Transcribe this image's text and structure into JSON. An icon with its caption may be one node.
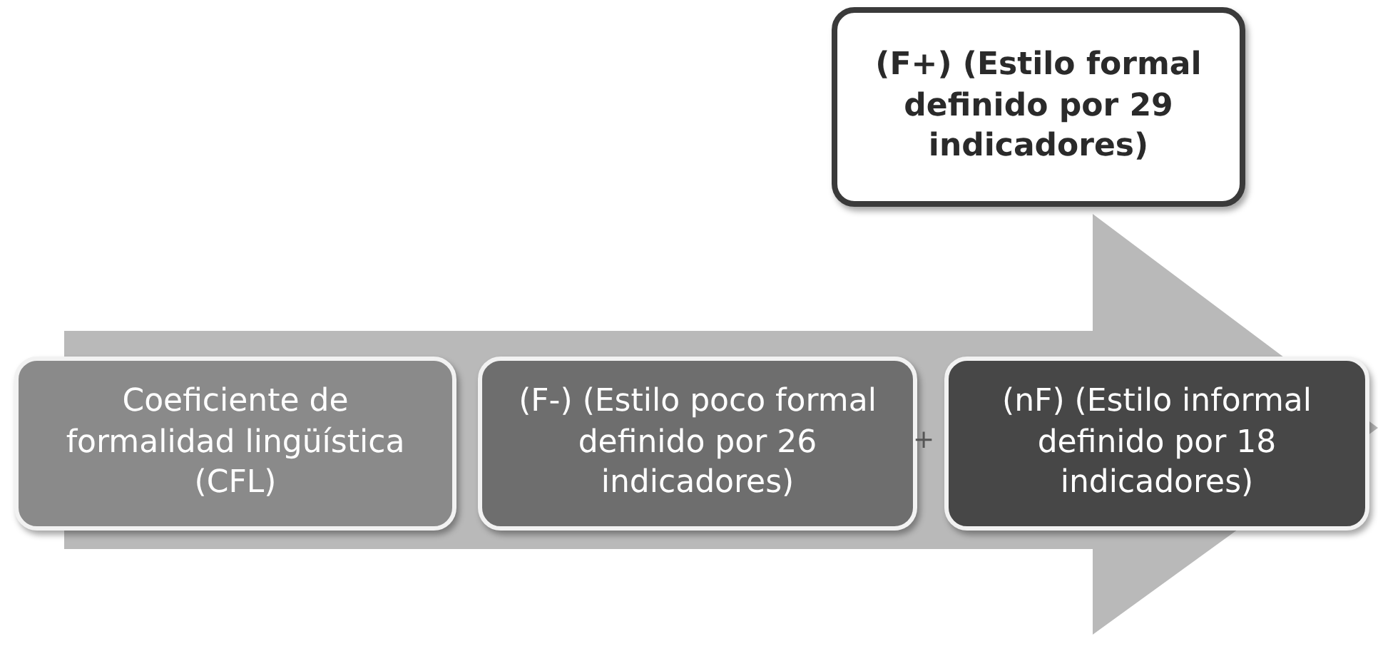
{
  "diagram": {
    "nodes": [
      {
        "text": [
          "(F+) (Estilo formal definido por 29 indicadores)"
        ]
      },
      {
        "text": [
          "Coeficiente de formalidad lingüística (CFL)"
        ]
      },
      {
        "text": [
          "(F-) (Estilo poco formal definido por 26 indicadores)"
        ]
      },
      {
        "text": [
          "(nF) (Estilo informal definido por 18 indicadores)"
        ]
      }
    ],
    "edges": [
      {
        "from": 1,
        "to": 3,
        "arrow": "to"
      }
    ],
    "labels": [
      "+"
    ]
  }
}
